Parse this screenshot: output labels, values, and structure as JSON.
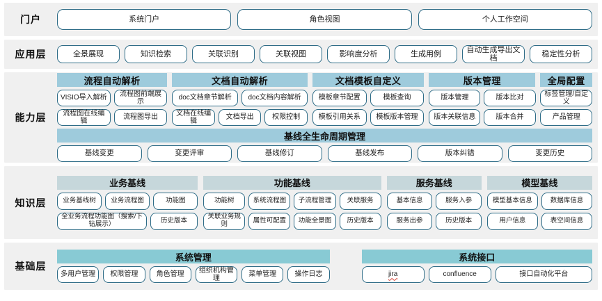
{
  "layers": [
    {
      "id": "portal",
      "label": "门户",
      "items": [
        "系统门户",
        "角色视图",
        "个人工作空间"
      ]
    },
    {
      "id": "application",
      "label": "应用层",
      "items": [
        "全景展现",
        "知识检索",
        "关联识别",
        "关联视图",
        "影响度分析",
        "生成用例",
        "自动生成导出文档",
        "稳定性分析"
      ]
    },
    {
      "id": "capability",
      "label": "能力层",
      "groups": [
        {
          "title": "流程自动解析",
          "flex": 153,
          "rows": [
            [
              "VISIO导入解析",
              "流程图前端展示"
            ],
            [
              "流程图在线编辑",
              "流程图导出"
            ]
          ]
        },
        {
          "title": "文档自动解析",
          "flex": 188,
          "rows": [
            [
              "doc文档章节解析",
              "doc文档内容解析"
            ],
            [
              "文档在线编辑",
              "文档导出",
              "权限控制"
            ]
          ]
        },
        {
          "title": "文档模板自定义",
          "flex": 155,
          "rows": [
            [
              "模板章节配置",
              "模板查询"
            ],
            [
              "模板引用关系",
              "模板版本管理"
            ]
          ]
        },
        {
          "title": "版本管理",
          "flex": 148,
          "rows": [
            [
              "版本管理",
              "版本比对"
            ],
            [
              "版本关联信息",
              "版本合并"
            ]
          ]
        },
        {
          "title": "全局配置",
          "flex": 72,
          "rows": [
            [
              "标签管理/自定义"
            ],
            [
              "产品管理"
            ]
          ]
        }
      ],
      "baseline": {
        "title": "基线全生命周期管理",
        "items": [
          "基线变更",
          "变更评审",
          "基线修订",
          "基线发布",
          "版本纠错",
          "变更历史"
        ]
      }
    },
    {
      "id": "knowledge",
      "label": "知识层",
      "groups": [
        {
          "title": "业务基线",
          "flex": 190,
          "rows": [
            [
              "业务基线树",
              "业务流程图",
              "功能图"
            ],
            [
              "全业务流程功能图（搜索/下钻展示）",
              "历史版本"
            ]
          ]
        },
        {
          "title": "功能基线",
          "flex": 240,
          "rows": [
            [
              "功能树",
              "系统流程图",
              "子流程管理",
              "关联服务"
            ],
            [
              "关联业务规则",
              "属性可配置",
              "功能全景图",
              "历史版本"
            ]
          ]
        },
        {
          "title": "服务基线",
          "flex": 128,
          "rows": [
            [
              "基本信息",
              "服务入参"
            ],
            [
              "服务出参",
              "历史版本"
            ]
          ]
        },
        {
          "title": "模型基线",
          "flex": 142,
          "rows": [
            [
              "模型基本信息",
              "数据库信息"
            ],
            [
              "用户信息",
              "表空间信息"
            ]
          ]
        }
      ]
    },
    {
      "id": "foundation",
      "label": "基础层",
      "groups": [
        {
          "title": "系统管理",
          "flex": 390,
          "rows": [
            [
              "多用户管理",
              "权限管理",
              "角色管理",
              "组织机构管理",
              "菜单管理",
              "操作日志"
            ]
          ]
        },
        {
          "title": "系统接口",
          "flex": 330,
          "rows": [
            [
              "jira",
              "confluence",
              "接口自动化平台"
            ]
          ]
        }
      ]
    }
  ],
  "colors": {
    "band_background": "#f0f0f0",
    "pill_border": "#2e6c87",
    "capability_header": "#9ecbdc",
    "knowledge_header": "#c6d7db",
    "foundation_header": "#88cad4",
    "spellcheck_underline": "#d33a2c"
  }
}
